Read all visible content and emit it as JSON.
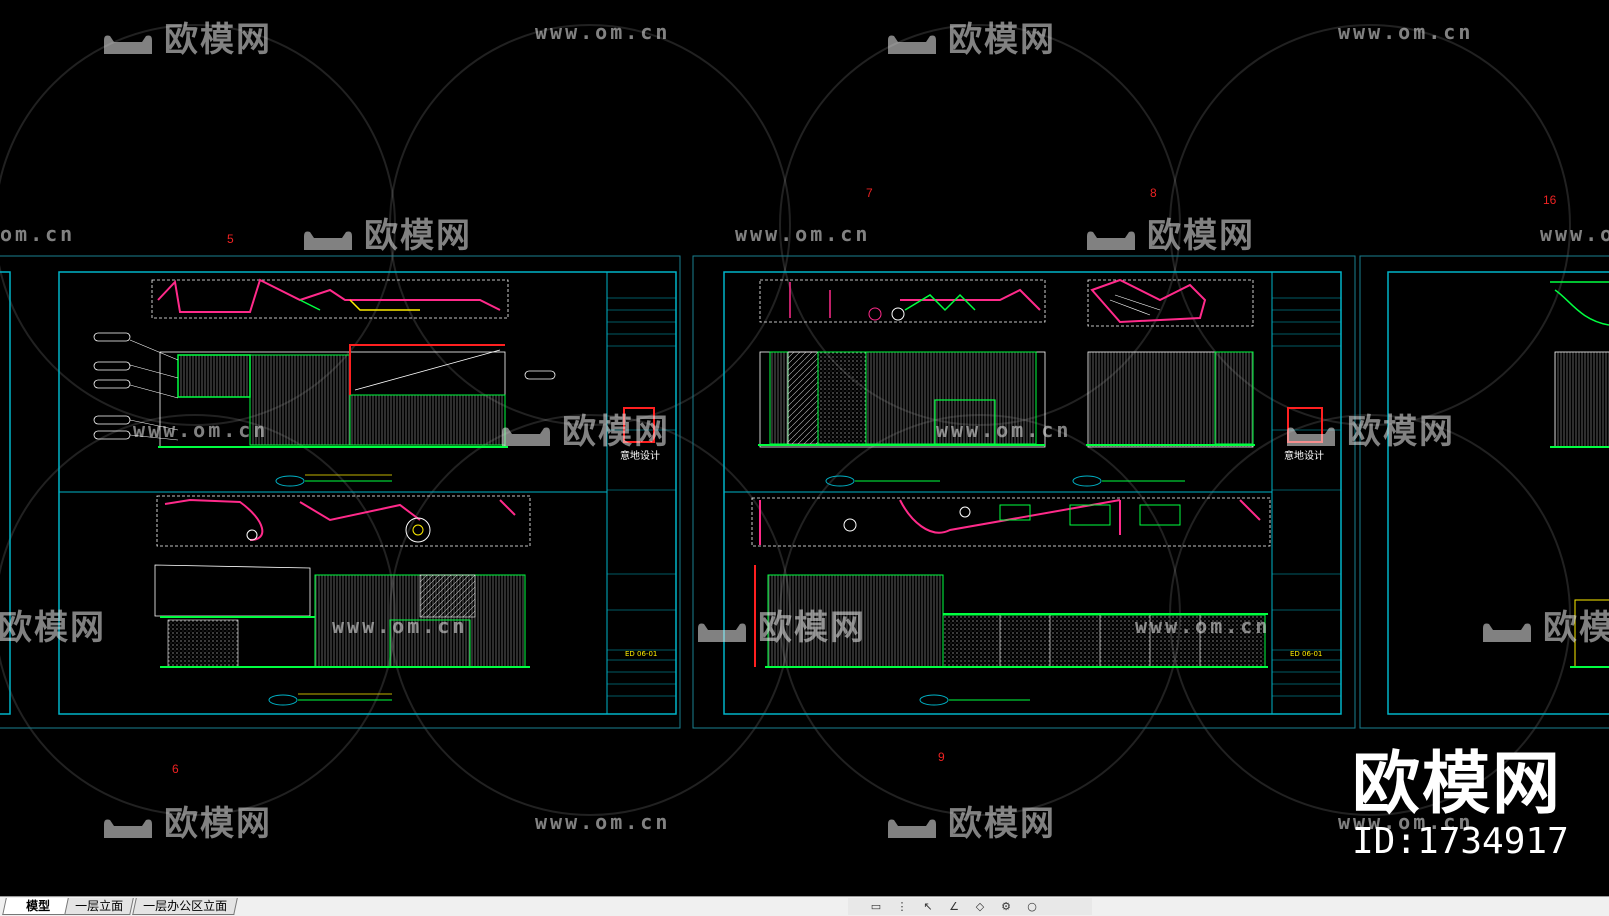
{
  "watermark": {
    "logo_text": "欧模网",
    "url_text": "www.om.cn",
    "url_fragment": "om.cn"
  },
  "sheets": {
    "numbers": [
      "5",
      "6",
      "7",
      "8",
      "9",
      "16"
    ],
    "logo_text": "意地设计",
    "sheet_code": "ED 06-01"
  },
  "brand": {
    "name": "欧模网",
    "id_text": "ID:1734917"
  },
  "tabs": [
    {
      "label": "模型",
      "active": true
    },
    {
      "label": "一层立面",
      "active": false
    },
    {
      "label": "一层办公区立面",
      "active": false
    }
  ],
  "colors": {
    "background": "#000000",
    "frame": "#00b4c8",
    "line_green": "#00ff40",
    "line_magenta": "#ff2a8a",
    "line_red": "#ff2020",
    "line_yellow": "#ffee00",
    "line_white": "#ffffff"
  }
}
